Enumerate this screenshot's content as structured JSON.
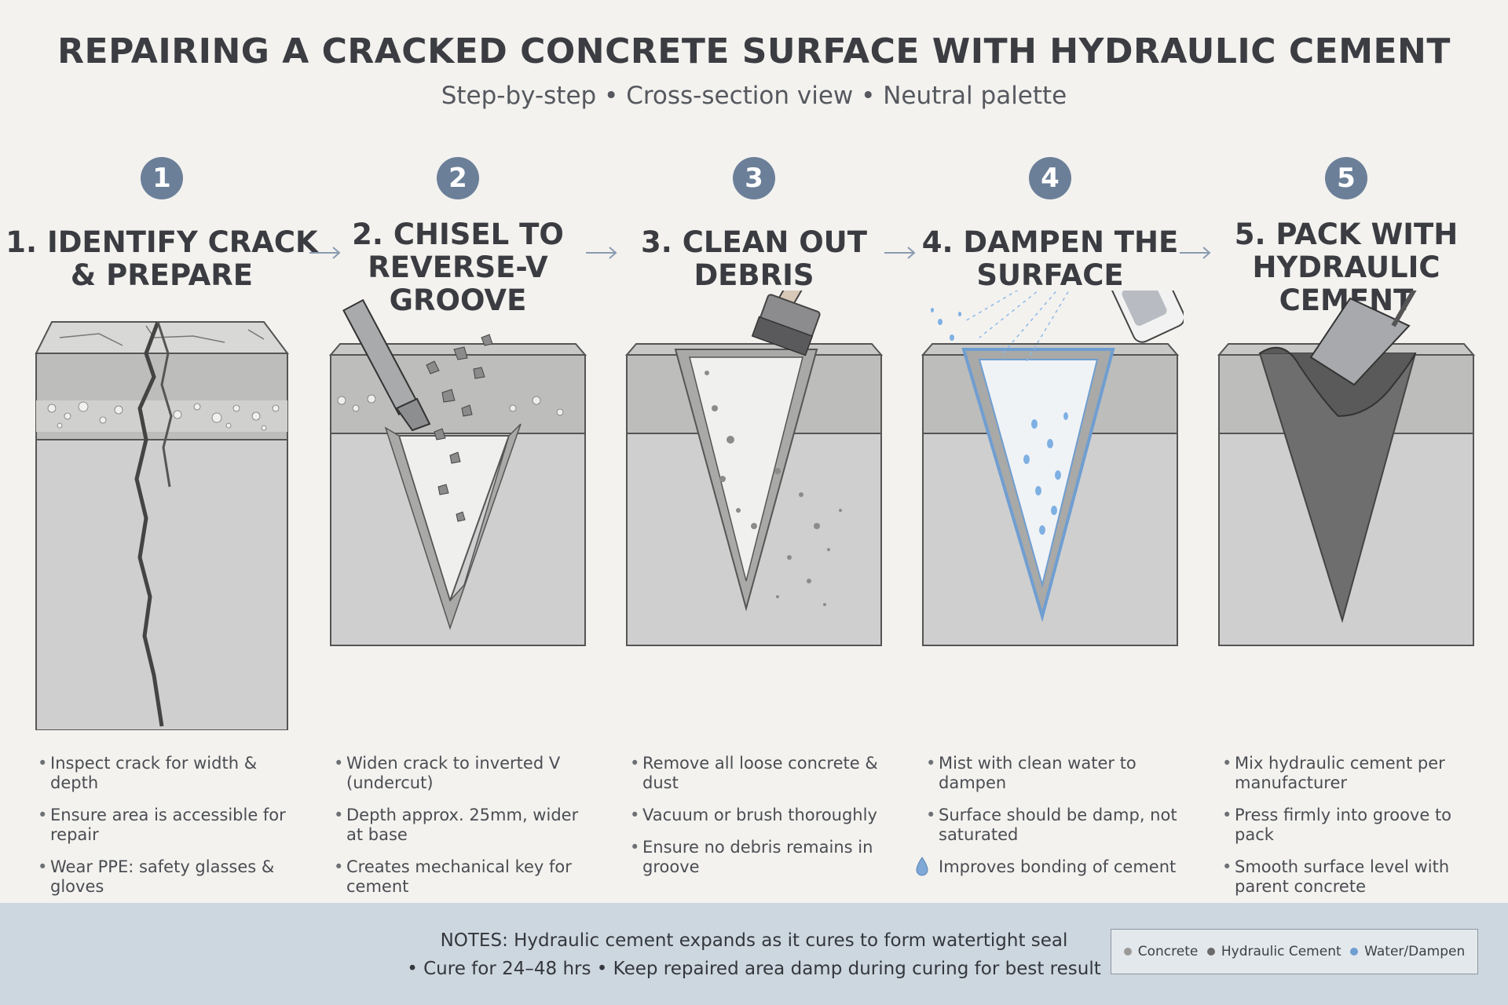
{
  "header": {
    "title": "REPAIRING A CRACKED CONCRETE SURFACE WITH HYDRAULIC CEMENT",
    "subtitle": "Step-by-step • Cross-section view • Neutral palette"
  },
  "steps": [
    {
      "number": "1",
      "title": "1. IDENTIFY CRACK & PREPARE",
      "bullets": [
        "Inspect crack for width & depth",
        "Ensure area is accessible for repair",
        "Wear PPE: safety glasses & gloves"
      ]
    },
    {
      "number": "2",
      "title": "2. CHISEL TO REVERSE-V GROOVE",
      "bullets": [
        "Widen crack to inverted V (undercut)",
        "Depth approx. 25mm, wider at base",
        "Creates mechanical key for cement"
      ]
    },
    {
      "number": "3",
      "title": "3. CLEAN OUT DEBRIS",
      "bullets": [
        "Remove all loose concrete & dust",
        "Vacuum or brush thoroughly",
        "Ensure no debris remains in groove"
      ]
    },
    {
      "number": "4",
      "title": "4. DAMPEN THE SURFACE",
      "bullets": [
        "Mist with clean water to dampen",
        "Surface should be damp, not saturated",
        "Improves bonding of cement"
      ]
    },
    {
      "number": "5",
      "title": "5. PACK WITH HYDRAULIC CEMENT",
      "bullets": [
        "Mix hydraulic cement per manufacturer",
        "Press firmly into groove to pack",
        "Smooth surface level with parent concrete"
      ]
    }
  ],
  "footer": {
    "notes_line1": "NOTES: Hydraulic cement expands as it cures to form watertight seal",
    "notes_line2": "• Cure for 24–48 hrs • Keep repaired area damp during curing for best result"
  },
  "legend": [
    {
      "label": "Concrete",
      "color": "#9a9a9a"
    },
    {
      "label": "Hydraulic Cement",
      "color": "#6a6a6a"
    },
    {
      "label": "Water/Dampen",
      "color": "#6f9ed1"
    }
  ],
  "colors": {
    "badge": "#6b7f98",
    "concrete_top": "#b9b9b9",
    "concrete_body": "#cfcfcf",
    "cement": "#6e6e6e",
    "water": "#7fb0e3"
  },
  "icons": [
    "chisel-icon",
    "brush-icon",
    "spray-bottle-icon",
    "trowel-icon",
    "water-drop-icon",
    "arrow-right-icon"
  ]
}
